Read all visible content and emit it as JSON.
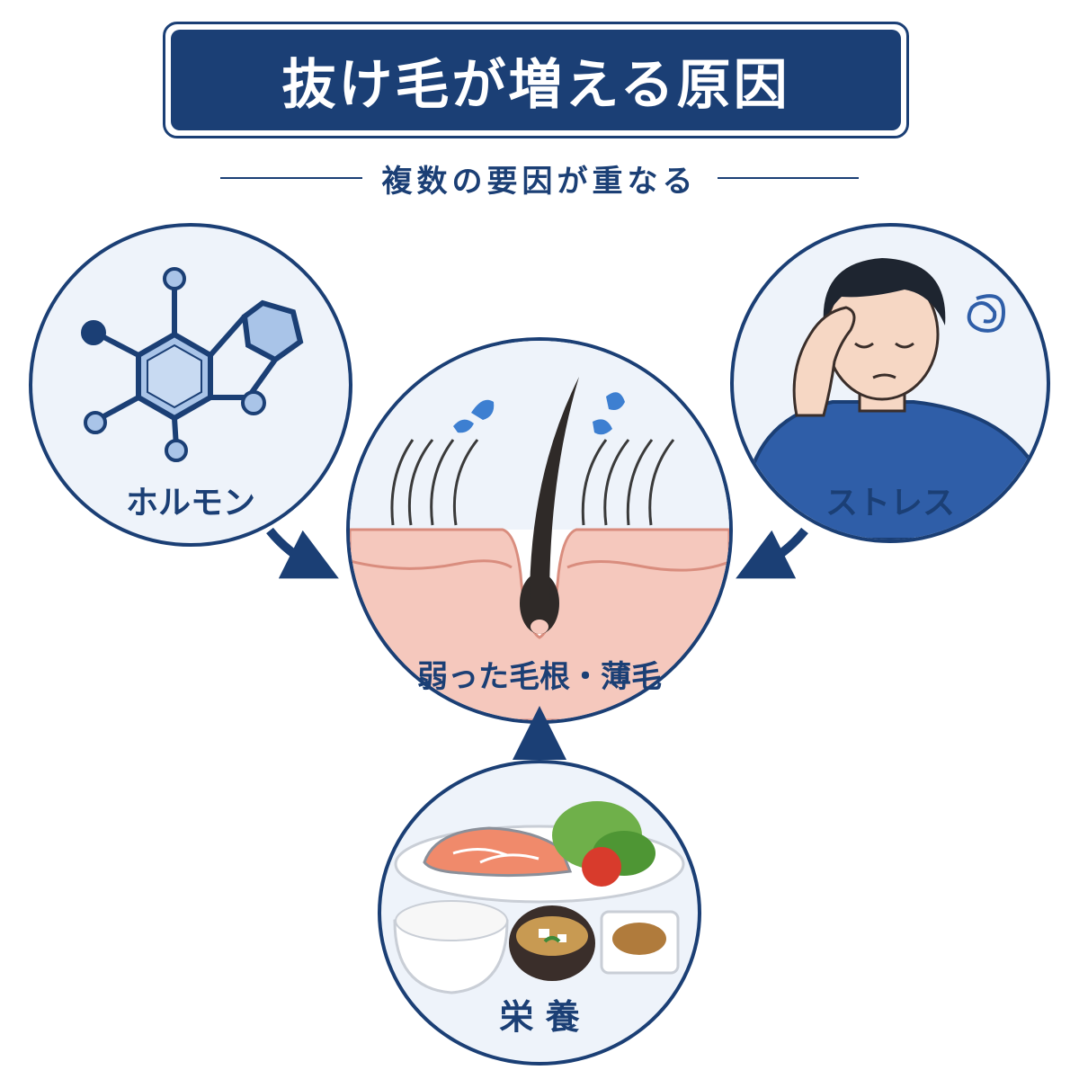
{
  "title": "抜け毛が増える原因",
  "subtitle": "複数の要因が重なる",
  "center": {
    "label": "弱った毛根・薄毛",
    "icon": "hair-follicle-icon"
  },
  "factors": {
    "hormone": {
      "label": "ホルモン",
      "icon": "molecule-icon"
    },
    "stress": {
      "label": "ストレス",
      "icon": "stressed-man-icon"
    },
    "nutrition": {
      "label": "栄 養",
      "icon": "meal-icon"
    }
  },
  "colors": {
    "navy": "#1b3f75",
    "circle_bg": "#eef3fa",
    "skin": "#f5c8bd",
    "hair": "#2f2a28",
    "molecule": "#a9c4e8"
  }
}
